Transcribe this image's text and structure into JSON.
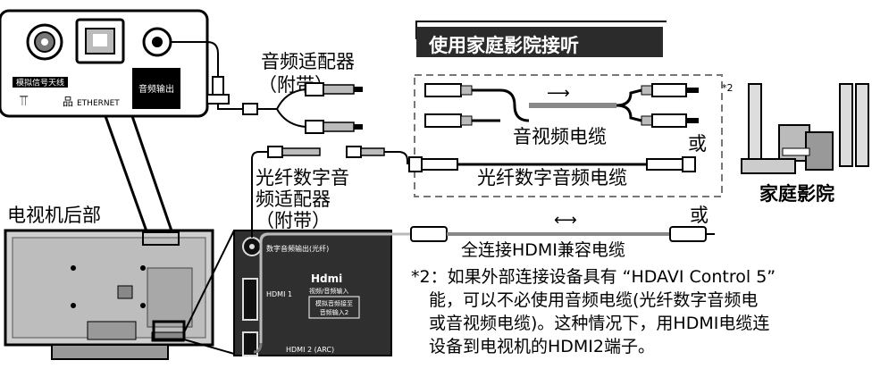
{
  "tv_panel": {
    "analog_antenna_label": "模拟信号天线",
    "ethernet_label": "ETHERNET",
    "audio_out_label": "音频输出"
  },
  "labels": {
    "audio_adapter": [
      "音频适配器",
      "（附带）"
    ],
    "optical_adapter": [
      "光纤数字音",
      "频适配器",
      "（附带）"
    ],
    "tv_rear": "电视机后部",
    "home_theater_title": "使用家庭影院接听",
    "av_cable": "音视频电缆",
    "or": "或",
    "optical_cable": "光纤数字音频电缆",
    "home_theater": "家庭影院",
    "hdmi_cable": "全连接HDMI兼容电缆",
    "speaker_note": "*2"
  },
  "connector_panel": {
    "optical_out": "数字音频输出(光纤)",
    "hdmi1": "HDMI 1",
    "hdmi_logo": "Hdmi",
    "hdmi_av_in": "视频/音频输入",
    "analog_audio_line1": "模拟音频接至",
    "analog_audio_line2": "音频输入2",
    "hdmi2": "HDMI 2 (ARC)"
  },
  "note": {
    "line1": "*2：如果外部连接设备具有 “HDAVI Control 5”",
    "line2": "能，可以不必使用音频电缆(光纤数字音频电",
    "line3": "或音视频电缆)。这种情况下，用HDMI电缆连",
    "line4": "设备到电视机的HDMI2端子。"
  },
  "arrows": {
    "right": "⟶",
    "both": "⟷"
  }
}
